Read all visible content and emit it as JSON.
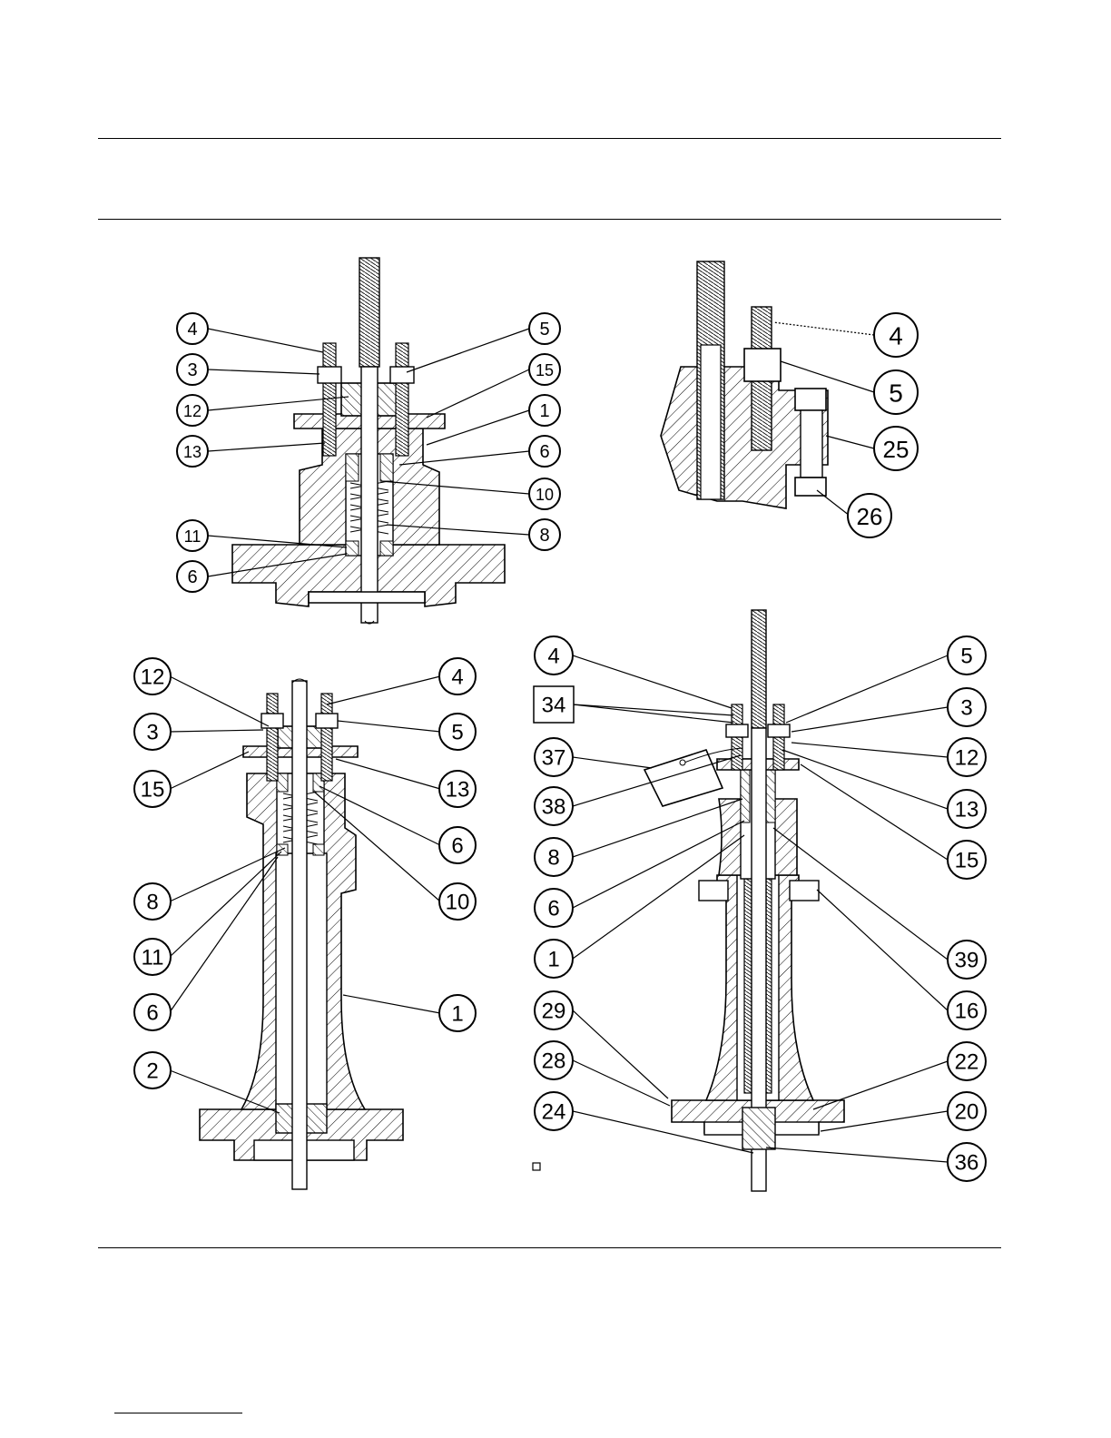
{
  "views": {
    "top_left": {
      "callouts": [
        "4",
        "3",
        "12",
        "13",
        "5",
        "15",
        "1",
        "6",
        "10",
        "8",
        "11",
        "6"
      ]
    },
    "top_right": {
      "callouts": [
        "4",
        "5",
        "25",
        "26"
      ]
    },
    "bottom_left": {
      "callouts": [
        "12",
        "3",
        "15",
        "4",
        "5",
        "13",
        "6",
        "10",
        "8",
        "11",
        "6",
        "1",
        "2"
      ]
    },
    "bottom_right": {
      "callouts": [
        "4",
        "34",
        "37",
        "38",
        "8",
        "6",
        "1",
        "29",
        "28",
        "24",
        "5",
        "3",
        "12",
        "13",
        "15",
        "39",
        "16",
        "22",
        "20",
        "36"
      ]
    }
  },
  "colors": {
    "ink": "#000000",
    "paper": "#ffffff"
  }
}
